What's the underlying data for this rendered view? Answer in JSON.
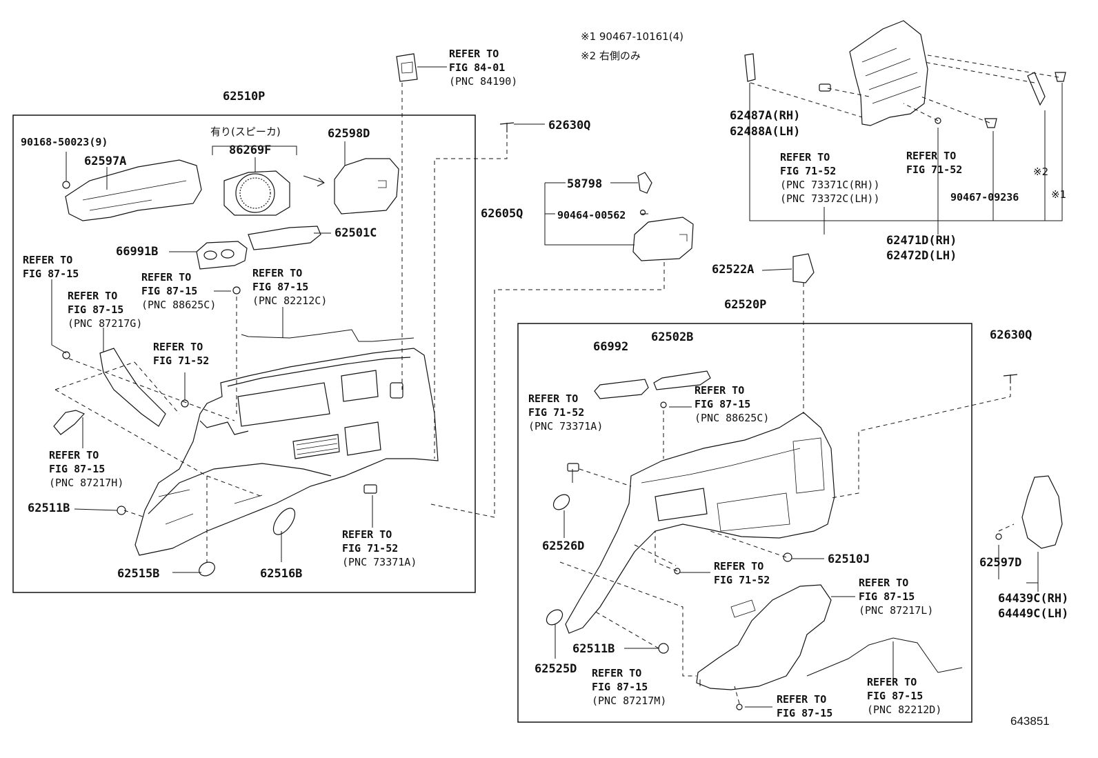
{
  "notes": {
    "n1": "※1 90467-10161(4)",
    "n2": "※2 右側のみ",
    "speaker_opt": "有り(スピーカ)",
    "mark1": "※1",
    "mark2": "※2"
  },
  "figure_number": "643851",
  "assemblies": {
    "left": "62510P",
    "right": "62520P"
  },
  "parts": {
    "p90168": "90168-50023(9)",
    "p62597A": "62597A",
    "p86269F": "86269F",
    "p62598D": "62598D",
    "p62630Q_a": "62630Q",
    "p66991B": "66991B",
    "p62501C": "62501C",
    "p58798": "58798",
    "p62605Q": "62605Q",
    "p90464": "90464-00562",
    "p62522A": "62522A",
    "p62487A": "62487A(RH)",
    "p62488A": "62488A(LH)",
    "p90467": "90467-09236",
    "p62471D": "62471D(RH)",
    "p62472D": "62472D(LH)",
    "p62511B_a": "62511B",
    "p62515B": "62515B",
    "p62516B": "62516B",
    "p66992": "66992",
    "p62502B": "62502B",
    "p62630Q_b": "62630Q",
    "p62526D": "62526D",
    "p62510J": "62510J",
    "p62511B_b": "62511B",
    "p62525D": "62525D",
    "p62597D": "62597D",
    "p64439C": "64439C(RH)",
    "p64449C": "64449C(LH)"
  },
  "refs": [
    {
      "lines": [
        "REFER TO",
        "FIG 84-01"
      ],
      "pnc": "(PNC 84190)"
    },
    {
      "lines": [
        "REFER TO",
        "FIG 87-15"
      ],
      "pnc": ""
    },
    {
      "lines": [
        "REFER TO",
        "FIG 87-15"
      ],
      "pnc": "(PNC 87217G)"
    },
    {
      "lines": [
        "REFER TO",
        "FIG 87-15"
      ],
      "pnc": "(PNC 88625C)"
    },
    {
      "lines": [
        "REFER TO",
        "FIG 87-15"
      ],
      "pnc": "(PNC 82212C)"
    },
    {
      "lines": [
        "REFER TO",
        "FIG 71-52"
      ],
      "pnc": ""
    },
    {
      "lines": [
        "REFER TO",
        "FIG 87-15"
      ],
      "pnc": "(PNC 87217H)"
    },
    {
      "lines": [
        "REFER TO",
        "FIG 71-52"
      ],
      "pnc": "(PNC 73371A)"
    },
    {
      "lines": [
        "REFER TO",
        "FIG 71-52"
      ],
      "pnc": "(PNC 73371C(RH))",
      "pnc2": "(PNC 73372C(LH))"
    },
    {
      "lines": [
        "REFER TO",
        "FIG 71-52"
      ],
      "pnc": ""
    },
    {
      "lines": [
        "REFER TO",
        "FIG 71-52"
      ],
      "pnc": "(PNC 73371A)"
    },
    {
      "lines": [
        "REFER TO",
        "FIG 87-15"
      ],
      "pnc": "(PNC 88625C)"
    },
    {
      "lines": [
        "REFER TO",
        "FIG 71-52"
      ],
      "pnc": ""
    },
    {
      "lines": [
        "REFER TO",
        "FIG 87-15"
      ],
      "pnc": "(PNC 87217L)"
    },
    {
      "lines": [
        "REFER TO",
        "FIG 87-15"
      ],
      "pnc": "(PNC 87217M)"
    },
    {
      "lines": [
        "REFER TO",
        "FIG 87-15"
      ],
      "pnc": ""
    },
    {
      "lines": [
        "REFER TO",
        "FIG 87-15"
      ],
      "pnc": "(PNC 82212D)"
    }
  ]
}
